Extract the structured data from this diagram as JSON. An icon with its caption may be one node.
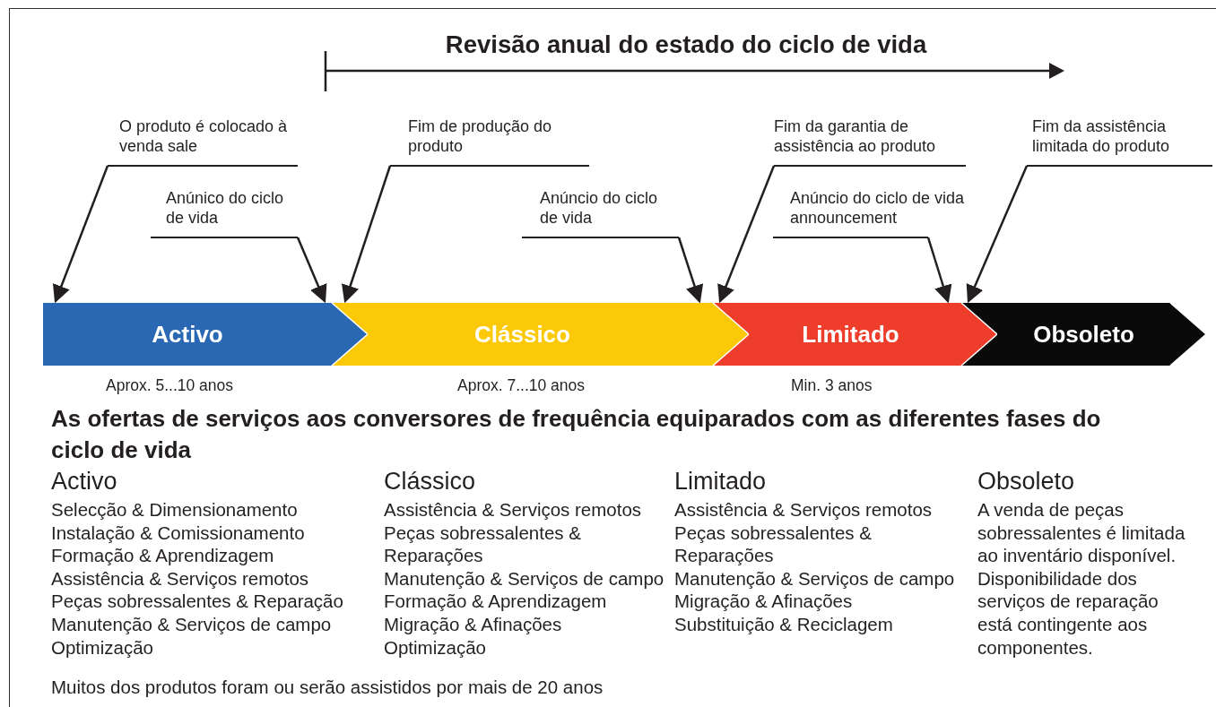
{
  "diagram": {
    "title": "Revisão anual do estado do ciclo de vida",
    "nodes": [
      {
        "text": [
          "Activo"
        ],
        "beside": [
          "Aprox. 5...10 anos"
        ]
      },
      {
        "text": [
          "Clássico"
        ],
        "beside": [
          "Aprox. 7...10 anos"
        ]
      },
      {
        "text": [
          "Limitado"
        ],
        "beside": [
          "Min. 3 anos"
        ]
      },
      {
        "text": [
          "Obsoleto"
        ]
      },
      {
        "text": [
          "O produto é colocado à venda sale"
        ]
      },
      {
        "text": [
          "Anúnico do ciclo de vida"
        ]
      },
      {
        "text": [
          "Fim de produção do produto"
        ]
      },
      {
        "text": [
          "Anúncio do ciclo de vida"
        ]
      },
      {
        "text": [
          "Fim da garantia de assistência ao produto"
        ]
      },
      {
        "text": [
          "Anúncio do ciclo de vida announcement"
        ]
      },
      {
        "text": [
          "Fim da assistência limitada do produto"
        ]
      }
    ],
    "edges": [
      {
        "from": 4,
        "to": 0,
        "arrow": "to"
      },
      {
        "from": 5,
        "to": 0,
        "arrow": "to"
      },
      {
        "from": 6,
        "to": 1,
        "arrow": "to"
      },
      {
        "from": 7,
        "to": 1,
        "arrow": "to"
      },
      {
        "from": 8,
        "to": 2,
        "arrow": "to"
      },
      {
        "from": 9,
        "to": 2,
        "arrow": "to"
      },
      {
        "from": 10,
        "to": 3,
        "arrow": "to"
      }
    ],
    "labels": [
      "As ofertas de serviços aos conversores de frequência equiparados com as diferentes fases do ciclo de vida",
      "Activo",
      "Selecção & Dimensionamento",
      "Instalação & Comissionamento",
      "Formação & Aprendizagem",
      "Assistência & Serviços remotos",
      "Peças sobressalentes & Reparação",
      "Manutenção & Serviços de campo",
      "Optimização",
      "Clássico",
      "Assistência & Serviços remotos",
      "Peças sobressalentes & Reparações",
      "Manutenção & Serviços de campo",
      "Formação & Aprendizagem",
      "Migração & Afinações",
      "Optimização",
      "Limitado",
      "Assistência & Serviços remotos",
      "Peças sobressalentes & Reparações",
      "Manutenção & Serviços de campo",
      "Migração & Afinações",
      "Substituição & Reciclagem",
      "Obsoleto",
      "A venda de peças sobressalentes é limitada ao inventário disponível. Disponibilidade dos serviços de reparação está contingente aos componentes.",
      "Muitos dos produtos foram ou serão assistidos por mais de 20 anos"
    ]
  }
}
